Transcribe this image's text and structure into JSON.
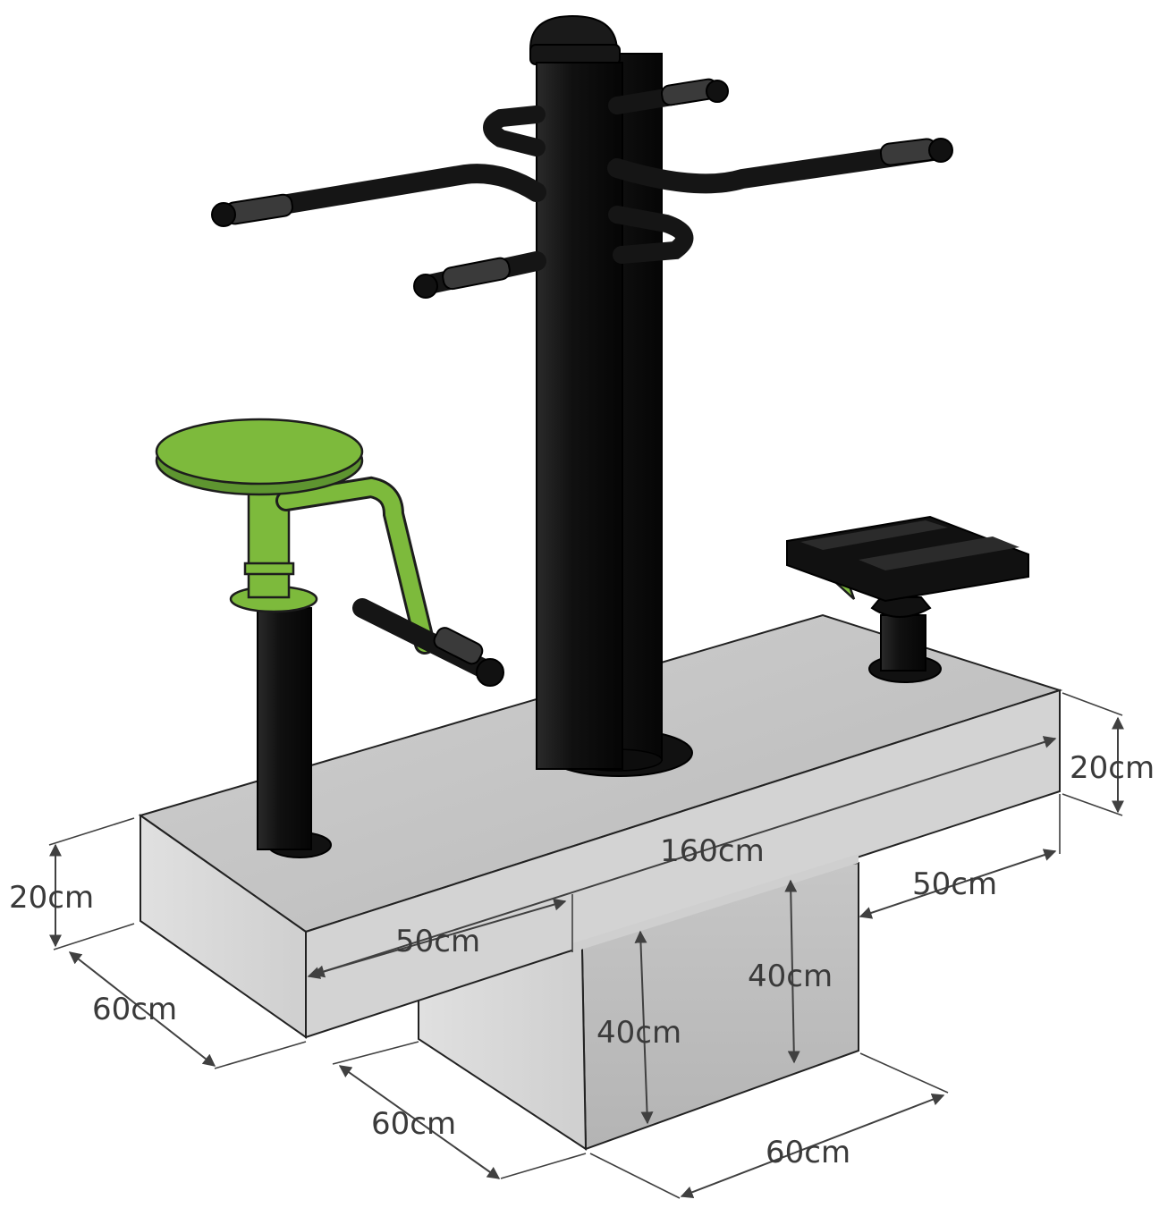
{
  "diagram": {
    "dimensions": {
      "length_top": "160cm",
      "height_top_right": "20cm",
      "height_top_left": "20cm",
      "width_top_left": "60cm",
      "overhang_left": "50cm",
      "overhang_right": "50cm",
      "pillar_height_front": "40cm",
      "pillar_height_side": "40cm",
      "pillar_width_front": "60cm",
      "pillar_width_side": "60cm"
    },
    "colors": {
      "concrete_top": "#c9c9c9",
      "concrete_front": "#dcdcdc",
      "concrete_side": "#bdbdbd",
      "metal_black": "#111111",
      "accent_green": "#7dba3c"
    }
  }
}
